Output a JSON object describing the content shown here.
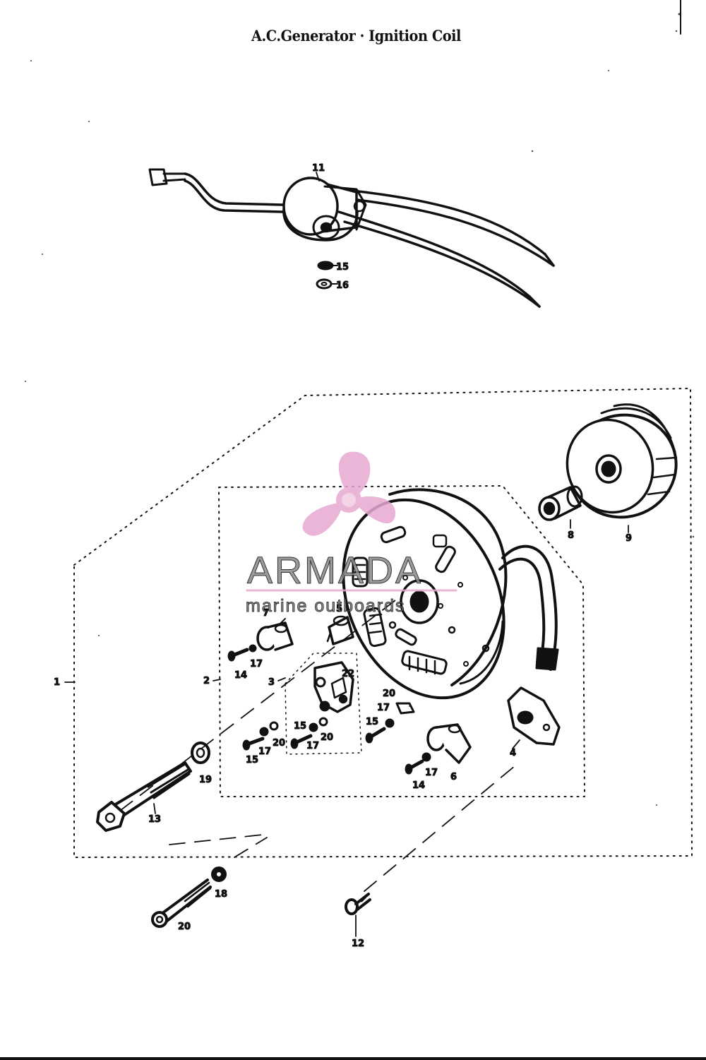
{
  "title": "A.C.Generator · Ignition Coil",
  "watermark": {
    "brand": "ARMADA",
    "tagline": "marine outboards",
    "icon": "propeller-icon",
    "accent": "#e7a9cf",
    "text_color": "#8a8a8a"
  },
  "callouts": [
    {
      "id": "c1",
      "label": "1"
    },
    {
      "id": "c2",
      "label": "2"
    },
    {
      "id": "c3",
      "label": "3"
    },
    {
      "id": "c4",
      "label": "4"
    },
    {
      "id": "c5",
      "label": "5"
    },
    {
      "id": "c6",
      "label": "6"
    },
    {
      "id": "c7",
      "label": "7"
    },
    {
      "id": "c8",
      "label": "8"
    },
    {
      "id": "c9",
      "label": "9"
    },
    {
      "id": "c10",
      "label": "10"
    },
    {
      "id": "c11",
      "label": "11"
    },
    {
      "id": "c12",
      "label": "12"
    },
    {
      "id": "c13",
      "label": "13"
    },
    {
      "id": "c14a",
      "label": "14"
    },
    {
      "id": "c14b",
      "label": "14"
    },
    {
      "id": "c15a",
      "label": "15"
    },
    {
      "id": "c15b",
      "label": "15"
    },
    {
      "id": "c15c",
      "label": "15"
    },
    {
      "id": "c15d",
      "label": "15"
    },
    {
      "id": "c16",
      "label": "16"
    },
    {
      "id": "c17a",
      "label": "17"
    },
    {
      "id": "c17b",
      "label": "17"
    },
    {
      "id": "c17c",
      "label": "17"
    },
    {
      "id": "c17d",
      "label": "17"
    },
    {
      "id": "c17e",
      "label": "17"
    },
    {
      "id": "c18",
      "label": "18"
    },
    {
      "id": "c19",
      "label": "19"
    },
    {
      "id": "c20a",
      "label": "20"
    },
    {
      "id": "c20b",
      "label": "20"
    },
    {
      "id": "c20c",
      "label": "20"
    },
    {
      "id": "c20d",
      "label": "20"
    },
    {
      "id": "c20e",
      "label": "20"
    },
    {
      "id": "c21",
      "label": "21"
    },
    {
      "id": "c22",
      "label": "22"
    }
  ]
}
